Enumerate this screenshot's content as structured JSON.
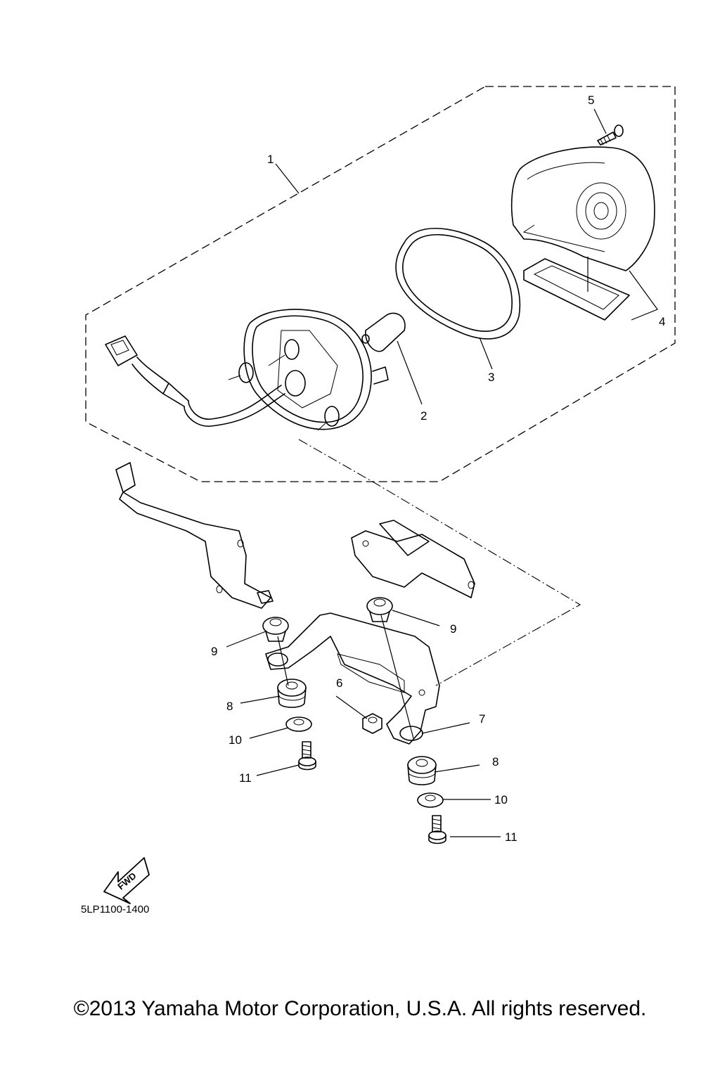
{
  "callouts": {
    "c1": "1",
    "c2": "2",
    "c3": "3",
    "c4": "4",
    "c5": "5",
    "c6": "6",
    "c7": "7",
    "c8a": "8",
    "c8b": "8",
    "c9a": "9",
    "c9b": "9",
    "c10a": "10",
    "c10b": "10",
    "c11a": "11",
    "c11b": "11"
  },
  "fwd_arrow": {
    "label": "FWD"
  },
  "diagram_code": "5LP1100-1400",
  "copyright": "©2013 Yamaha Motor Corporation, U.S.A. All rights reserved."
}
